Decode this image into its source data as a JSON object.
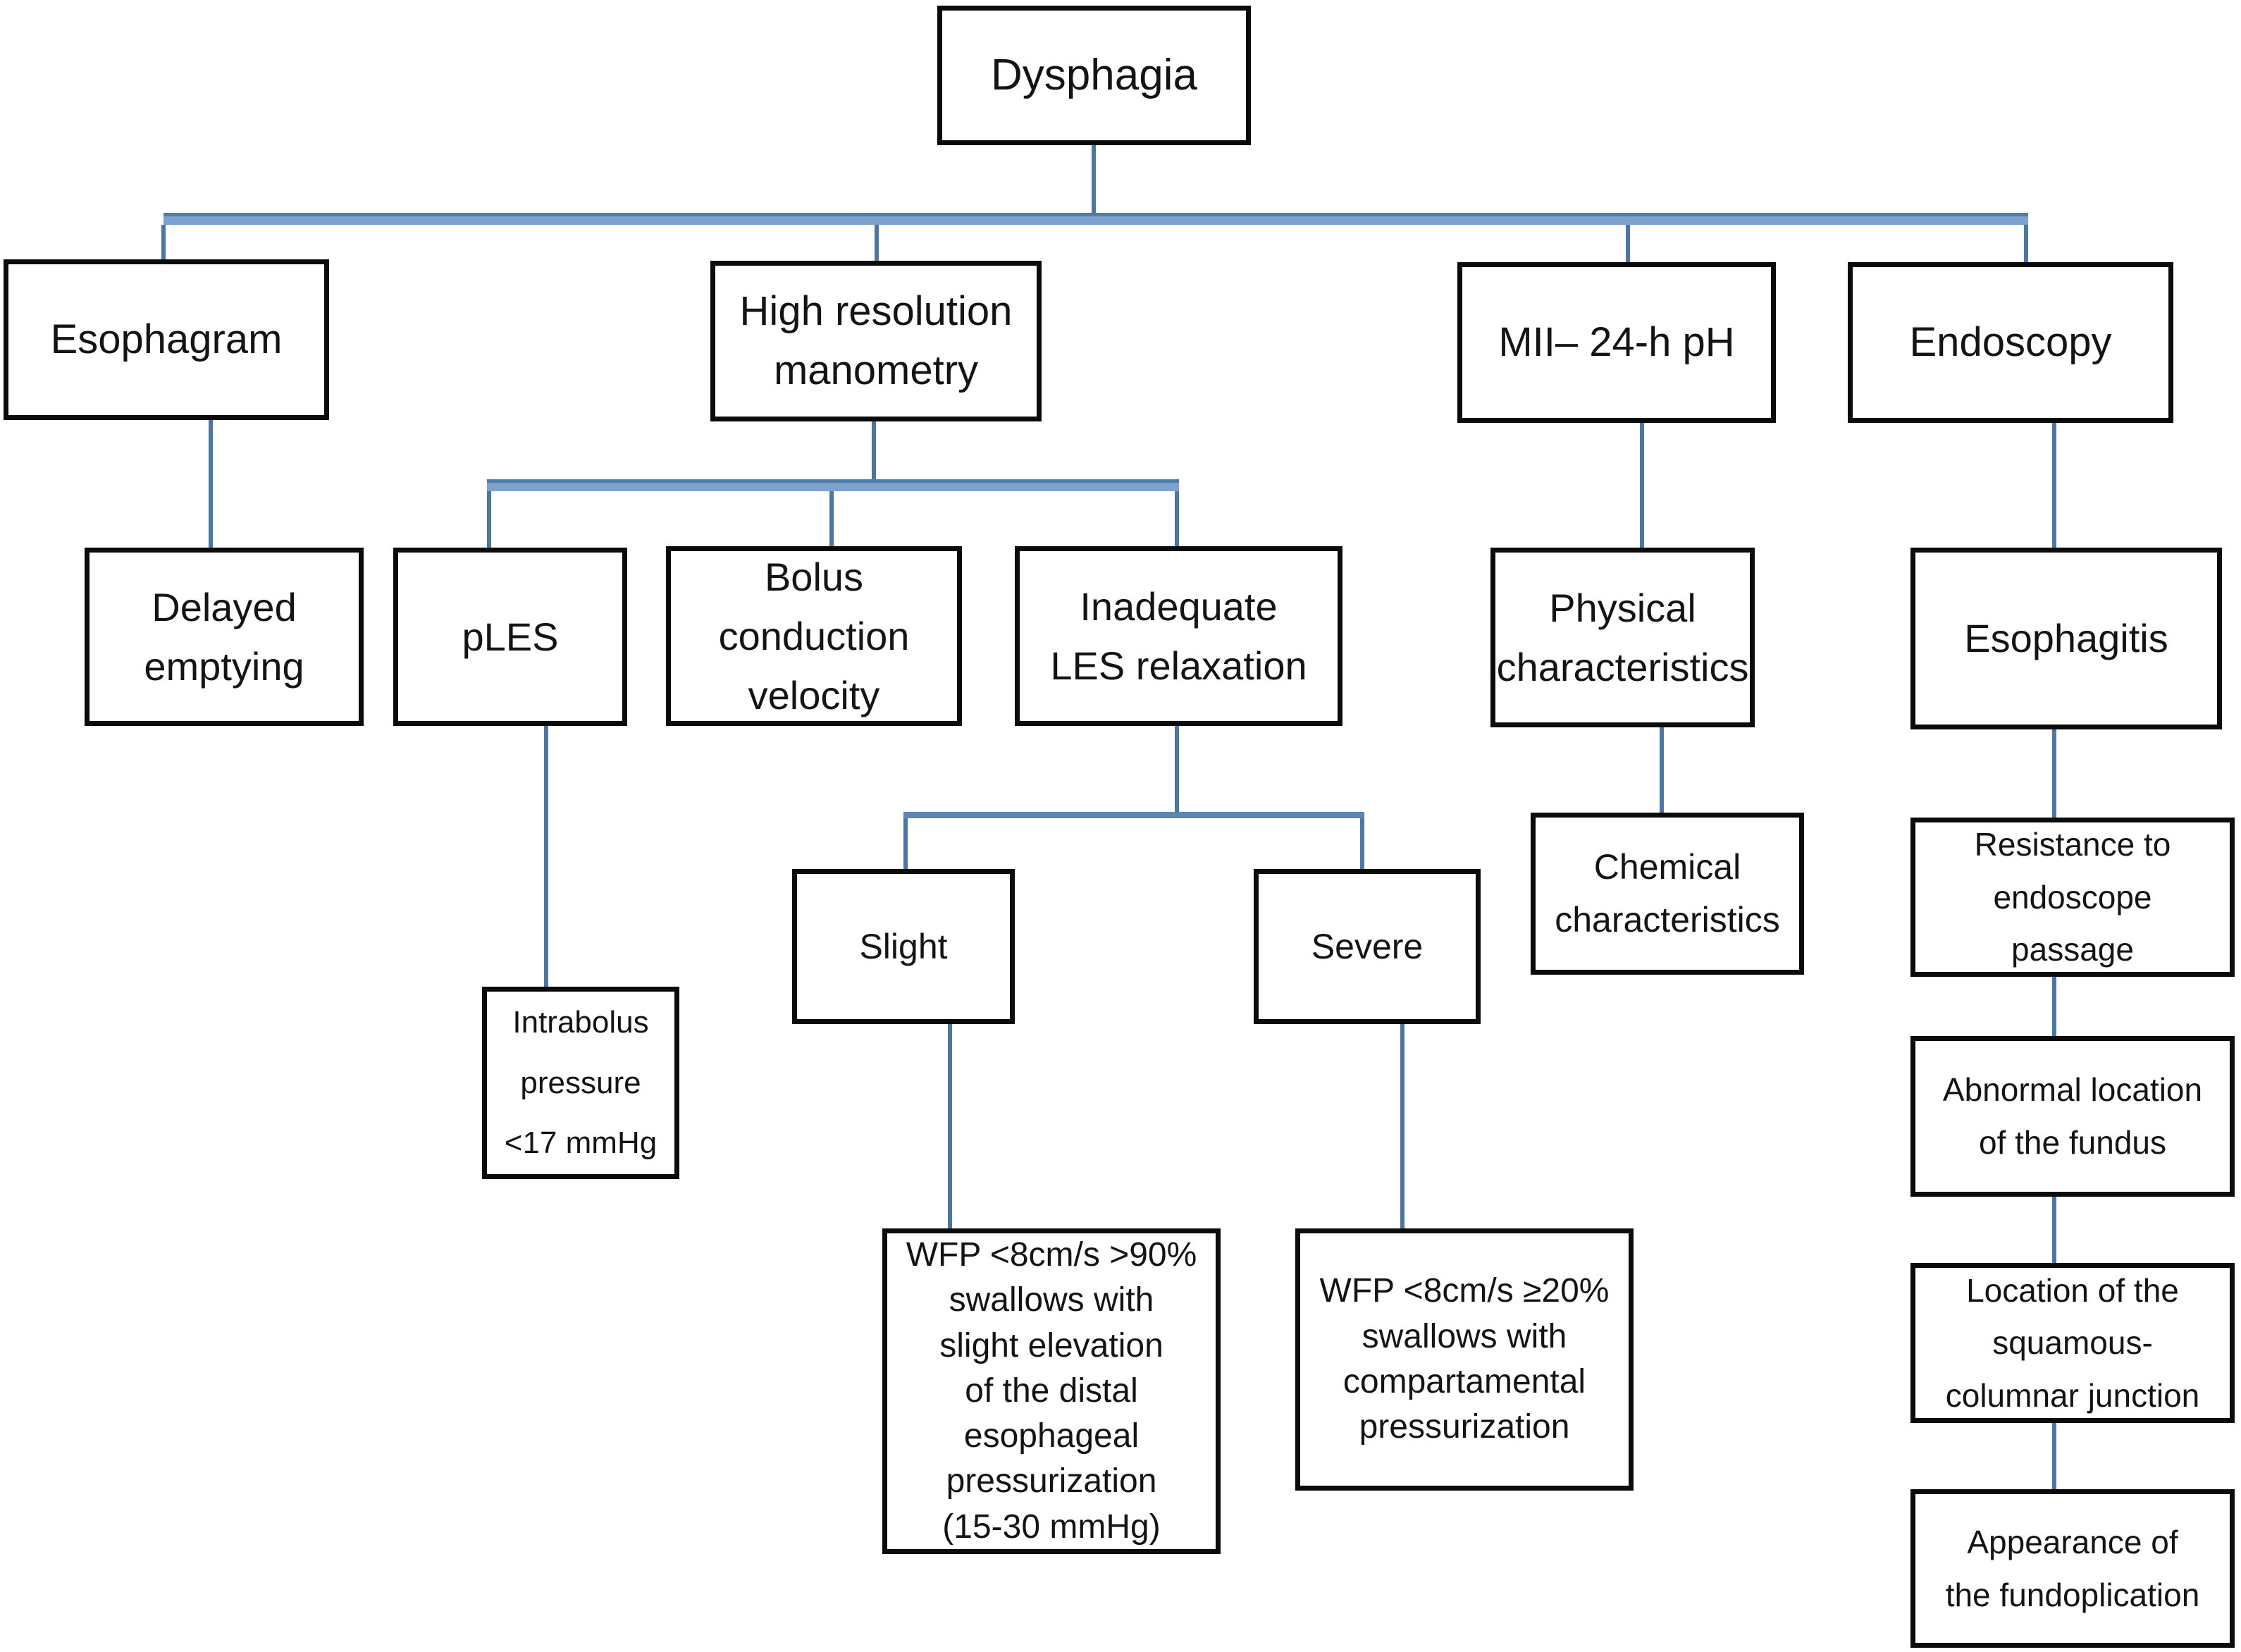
{
  "diagram": {
    "title": "Dysphagia",
    "type": "flowchart",
    "description": "Decision tree of diagnostic tests and findings for dysphagia"
  },
  "nodes": {
    "dysphagia": {
      "label": "Dysphagia"
    },
    "esophagram": {
      "label": "Esophagram"
    },
    "hrm": {
      "label": "High resolution\nmanometry"
    },
    "mii": {
      "label": "MII– 24-h pH"
    },
    "endoscopy": {
      "label": "Endoscopy"
    },
    "delayed": {
      "label": "Delayed\nemptying"
    },
    "ples": {
      "label": "pLES"
    },
    "bolus": {
      "label": "Bolus\nconduction\nvelocity"
    },
    "inadequate": {
      "label": "Inadequate\nLES relaxation"
    },
    "physical": {
      "label": "Physical\ncharacteristics"
    },
    "esophagitis": {
      "label": "Esophagitis"
    },
    "chemical": {
      "label": "Chemical\ncharacteristics"
    },
    "slight": {
      "label": "Slight"
    },
    "severe": {
      "label": "Severe"
    },
    "intrabolus": {
      "label": "Intrabolus\npressure\n<17 mmHg"
    },
    "wfp_slight": {
      "label": "WFP <8cm/s >90%\nswallows with\nslight elevation\nof the distal\nesophageal\npressurization\n(15-30 mmHg)"
    },
    "wfp_severe": {
      "label": "WFP <8cm/s ≥20%\nswallows with\ncompartamental\npressurization"
    },
    "resistance": {
      "label": "Resistance to\nendoscope\npassage"
    },
    "abnormal": {
      "label": "Abnormal location\nof the fundus"
    },
    "squamous": {
      "label": "Location of the\nsquamous-\ncolumnar junction"
    },
    "fundoplication": {
      "label": "Appearance of\nthe fundoplication"
    }
  },
  "edges": [
    {
      "from": "dysphagia",
      "to": "esophagram"
    },
    {
      "from": "dysphagia",
      "to": "hrm"
    },
    {
      "from": "dysphagia",
      "to": "mii"
    },
    {
      "from": "dysphagia",
      "to": "endoscopy"
    },
    {
      "from": "esophagram",
      "to": "delayed"
    },
    {
      "from": "hrm",
      "to": "ples"
    },
    {
      "from": "hrm",
      "to": "bolus"
    },
    {
      "from": "hrm",
      "to": "inadequate"
    },
    {
      "from": "ples",
      "to": "intrabolus"
    },
    {
      "from": "inadequate",
      "to": "slight"
    },
    {
      "from": "inadequate",
      "to": "severe"
    },
    {
      "from": "slight",
      "to": "wfp_slight"
    },
    {
      "from": "severe",
      "to": "wfp_severe"
    },
    {
      "from": "mii",
      "to": "physical"
    },
    {
      "from": "physical",
      "to": "chemical"
    },
    {
      "from": "endoscopy",
      "to": "esophagitis"
    },
    {
      "from": "esophagitis",
      "to": "resistance"
    },
    {
      "from": "resistance",
      "to": "abnormal"
    },
    {
      "from": "abnormal",
      "to": "squamous"
    },
    {
      "from": "squamous",
      "to": "fundoplication"
    }
  ],
  "colors": {
    "background": "#ffffff",
    "box_border": "#0b0b0b",
    "text": "#141414",
    "connector": "#4a76a8",
    "trunk": "#7da2cc",
    "trunk_edge": "#4f7dad"
  }
}
